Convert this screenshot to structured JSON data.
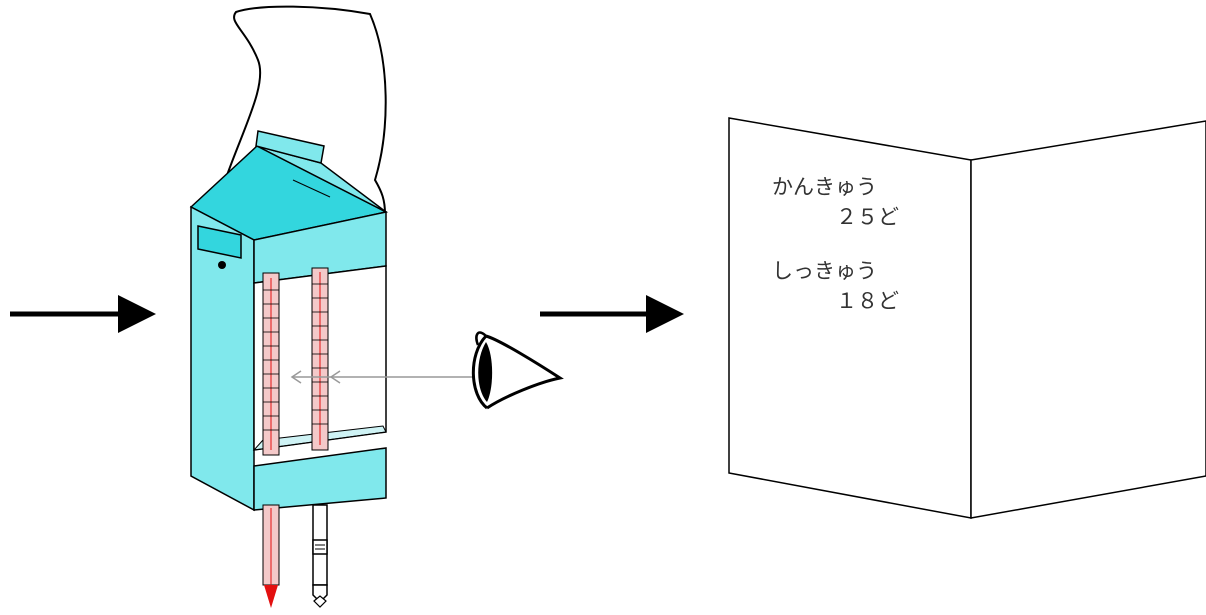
{
  "notebook": {
    "dry_label": "かんきゅう",
    "dry_value": "２５ど",
    "wet_label": "しっきゅう",
    "wet_value": "１８ど"
  },
  "colors": {
    "box_fill": "#80E8EC",
    "box_top_dark": "#33D6DE",
    "outline": "#000000",
    "thermometer_tube": "#F4C9C9",
    "bulb_red": "#E31010",
    "sight_line": "#999999"
  },
  "icons": {
    "arrow_left": "right-arrow-icon",
    "arrow_middle": "right-arrow-icon",
    "eye": "eye-icon"
  }
}
